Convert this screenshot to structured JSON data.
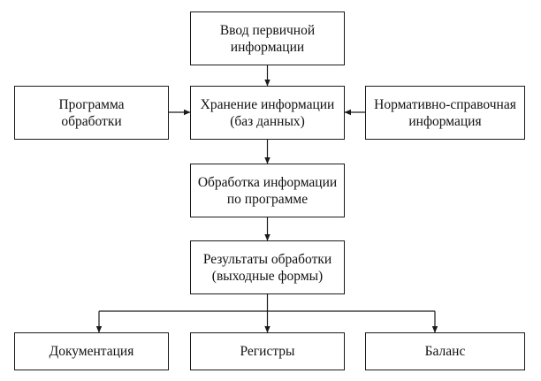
{
  "diagram": {
    "nodes": {
      "input": {
        "line1": "Ввод первичной",
        "line2": "информации"
      },
      "storage": {
        "line1": "Хранение информации",
        "line2": "(баз данных)"
      },
      "program": {
        "line1": "Программа",
        "line2": "обработки"
      },
      "norm": {
        "line1": "Нормативно-справочная",
        "line2": "информация"
      },
      "process": {
        "line1": "Обработка информации",
        "line2": "по программе"
      },
      "results": {
        "line1": "Результаты обработки",
        "line2": "(выходные формы)"
      },
      "docs": {
        "line1": "Документация"
      },
      "regs": {
        "line1": "Регистры"
      },
      "bal": {
        "line1": "Баланс"
      }
    },
    "edges": [
      {
        "from": "Ввод первичной информации",
        "to": "Хранение информации (баз данных)"
      },
      {
        "from": "Программа обработки",
        "to": "Хранение информации (баз данных)"
      },
      {
        "from": "Нормативно-справочная информация",
        "to": "Хранение информации (баз данных)"
      },
      {
        "from": "Хранение информации (баз данных)",
        "to": "Обработка информации по программе"
      },
      {
        "from": "Обработка информации по программе",
        "to": "Результаты обработки (выходные формы)"
      },
      {
        "from": "Результаты обработки (выходные формы)",
        "to": "Документация"
      },
      {
        "from": "Результаты обработки (выходные формы)",
        "to": "Регистры"
      },
      {
        "from": "Результаты обработки (выходные формы)",
        "to": "Баланс"
      }
    ],
    "colors": {
      "line": "#1a1a1a",
      "background": "#ffffff"
    }
  }
}
